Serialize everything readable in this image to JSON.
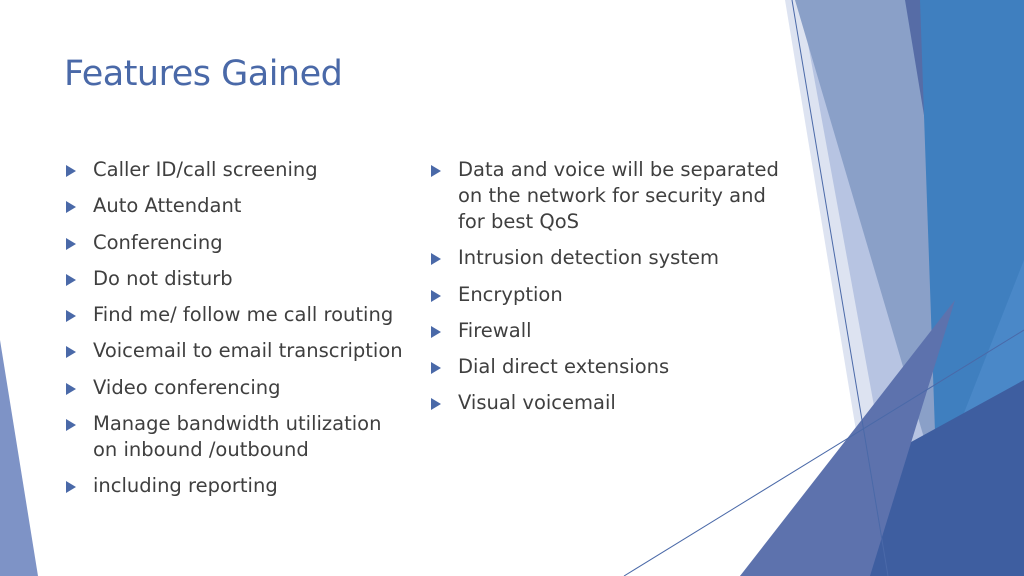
{
  "slide": {
    "title": "Features Gained",
    "left_bullets": [
      "Caller ID/call screening",
      "Auto Attendant",
      "Conferencing",
      "Do not disturb",
      "Find me/ follow me call routing",
      "Voicemail to email transcription",
      "Video conferencing",
      "Manage bandwidth utilization on inbound /outbound",
      "including reporting"
    ],
    "right_bullets": [
      "Data and voice will be separated on the network for security and for best QoS",
      "Intrusion detection system",
      "Encryption",
      "Firewall",
      "Dial direct extensions",
      "Visual voicemail"
    ]
  },
  "colors": {
    "title": "#4a69a8",
    "text": "#3f3f3f",
    "accent_dark": "#3e5ea0",
    "accent_light": "#a9b8db",
    "accent_blue": "#3f7fbf"
  }
}
